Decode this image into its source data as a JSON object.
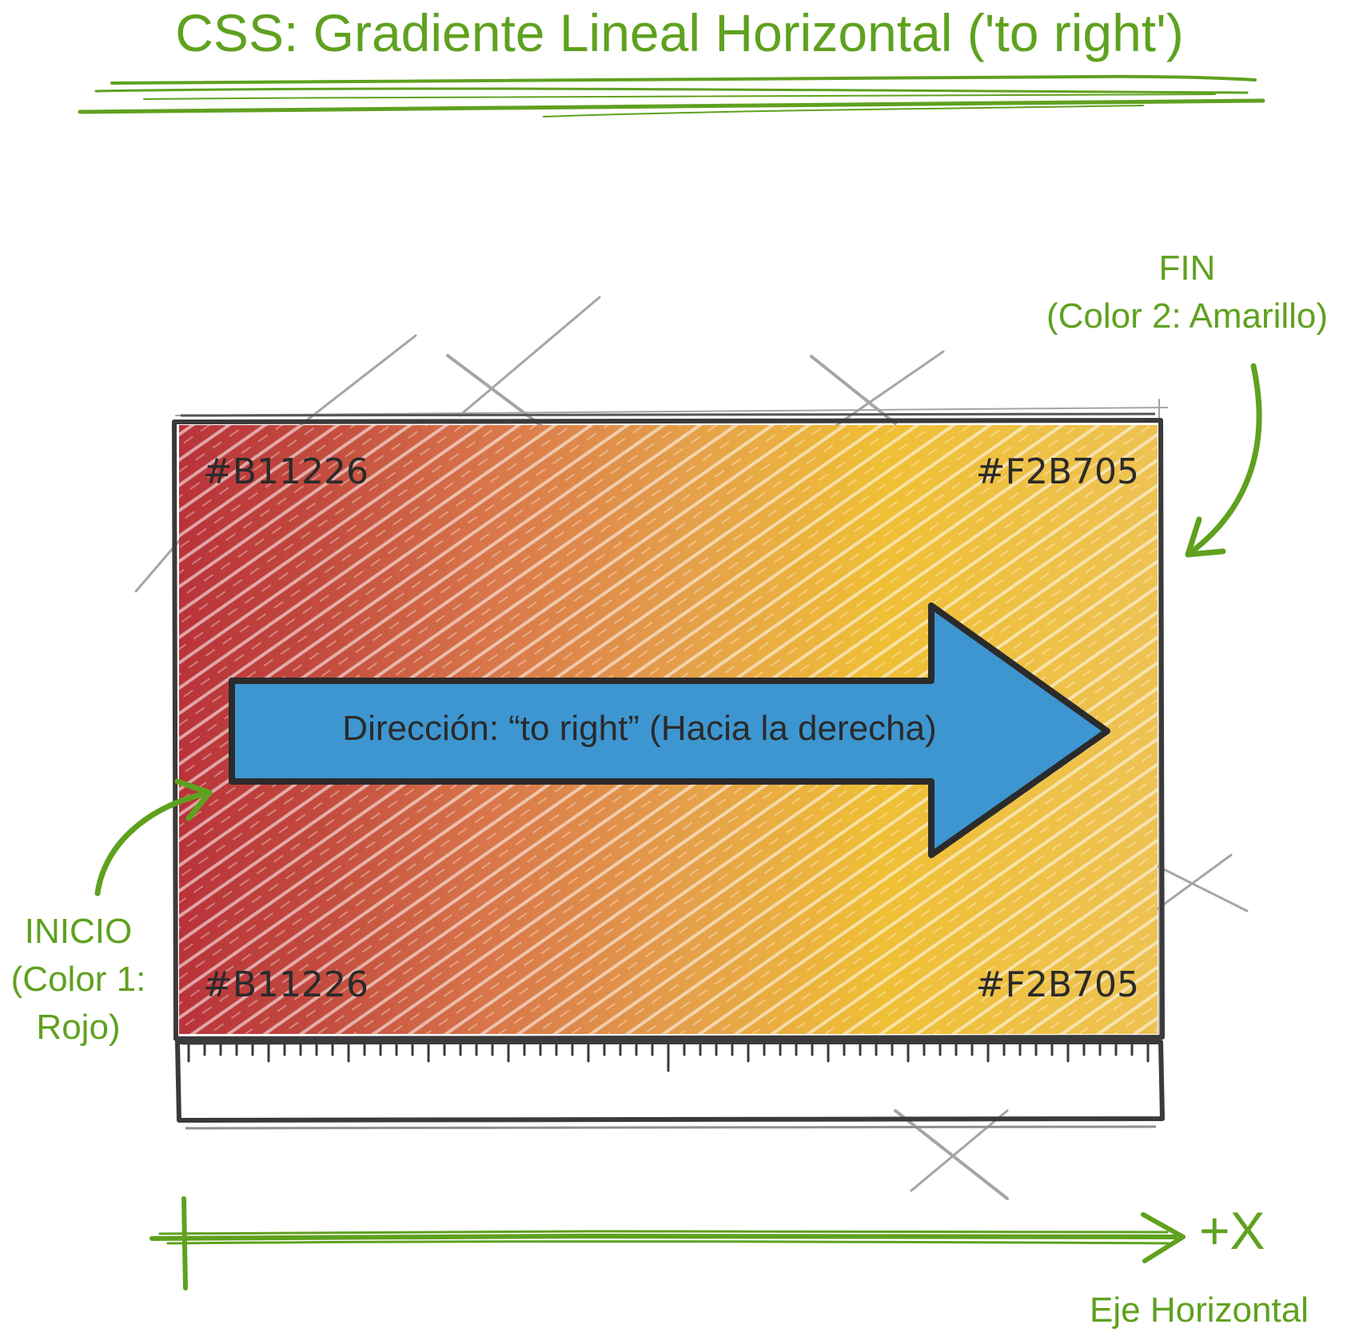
{
  "title": "CSS: Gradiente Lineal Horizontal ('to right')",
  "colors": {
    "start": "#B11226",
    "end": "#F2B705",
    "accent_green": "#5fa11f",
    "arrow_blue": "#3d96d0"
  },
  "corner_labels": {
    "top_left": "#B11226",
    "top_right": "#F2B705",
    "bottom_left": "#B11226",
    "bottom_right": "#F2B705"
  },
  "direction_label": "Dirección: “to right” (Hacia la derecha)",
  "end_label": {
    "line1": "FIN",
    "line2": "(Color 2: Amarillo)"
  },
  "start_label": {
    "line1": "INICIO",
    "line2": "(Color 1:",
    "line3": "Rojo)"
  },
  "axis": {
    "symbol": "+X",
    "name": "Eje Horizontal"
  }
}
